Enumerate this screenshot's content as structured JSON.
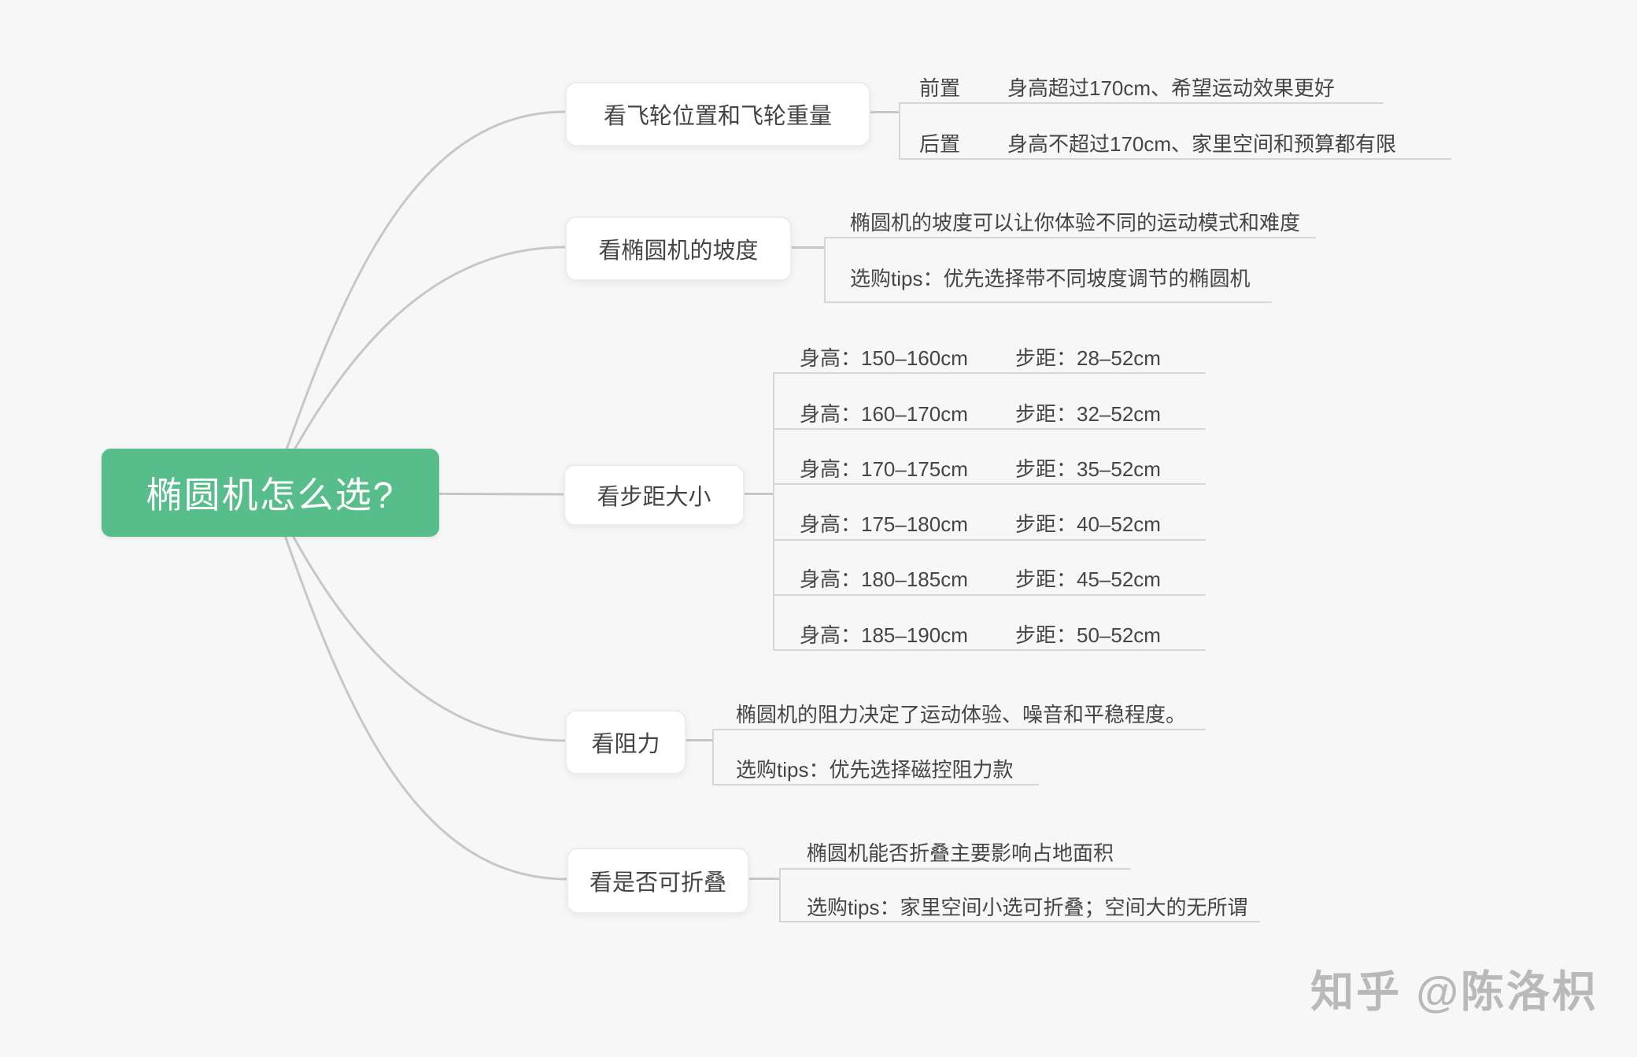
{
  "root": {
    "label": "椭圆机怎么选?"
  },
  "colors": {
    "bg": "#f7f7f7",
    "root_bg": "#57bd8a",
    "root_text": "#ffffff",
    "line": "#c7c7c7",
    "child_line": "#d6d6d6",
    "text": "#454545",
    "box_border": "#ececec",
    "watermark": "#b9b9b9"
  },
  "branches": [
    {
      "label": "看飞轮位置和飞轮重量",
      "rows": [
        {
          "label": "前置",
          "desc": "身高超过170cm、希望运动效果更好"
        },
        {
          "label": "后置",
          "desc": "身高不超过170cm、家里空间和预算都有限"
        }
      ]
    },
    {
      "label": "看椭圆机的坡度",
      "notes": [
        "椭圆机的坡度可以让你体验不同的运动模式和难度",
        "选购tips：优先选择带不同坡度调节的椭圆机"
      ]
    },
    {
      "label": "看步距大小",
      "rows": [
        {
          "height": "身高：150–160cm",
          "stride": "步距：28–52cm"
        },
        {
          "height": "身高：160–170cm",
          "stride": "步距：32–52cm"
        },
        {
          "height": "身高：170–175cm",
          "stride": "步距：35–52cm"
        },
        {
          "height": "身高：175–180cm",
          "stride": "步距：40–52cm"
        },
        {
          "height": "身高：180–185cm",
          "stride": "步距：45–52cm"
        },
        {
          "height": "身高：185–190cm",
          "stride": "步距：50–52cm"
        }
      ]
    },
    {
      "label": "看阻力",
      "notes": [
        "椭圆机的阻力决定了运动体验、噪音和平稳程度。",
        "选购tips：优先选择磁控阻力款"
      ]
    },
    {
      "label": "看是否可折叠",
      "notes": [
        "椭圆机能否折叠主要影响占地面积",
        "选购tips：家里空间小选可折叠；空间大的无所谓"
      ]
    }
  ],
  "watermark": {
    "text": "知乎 @陈洛枳"
  }
}
